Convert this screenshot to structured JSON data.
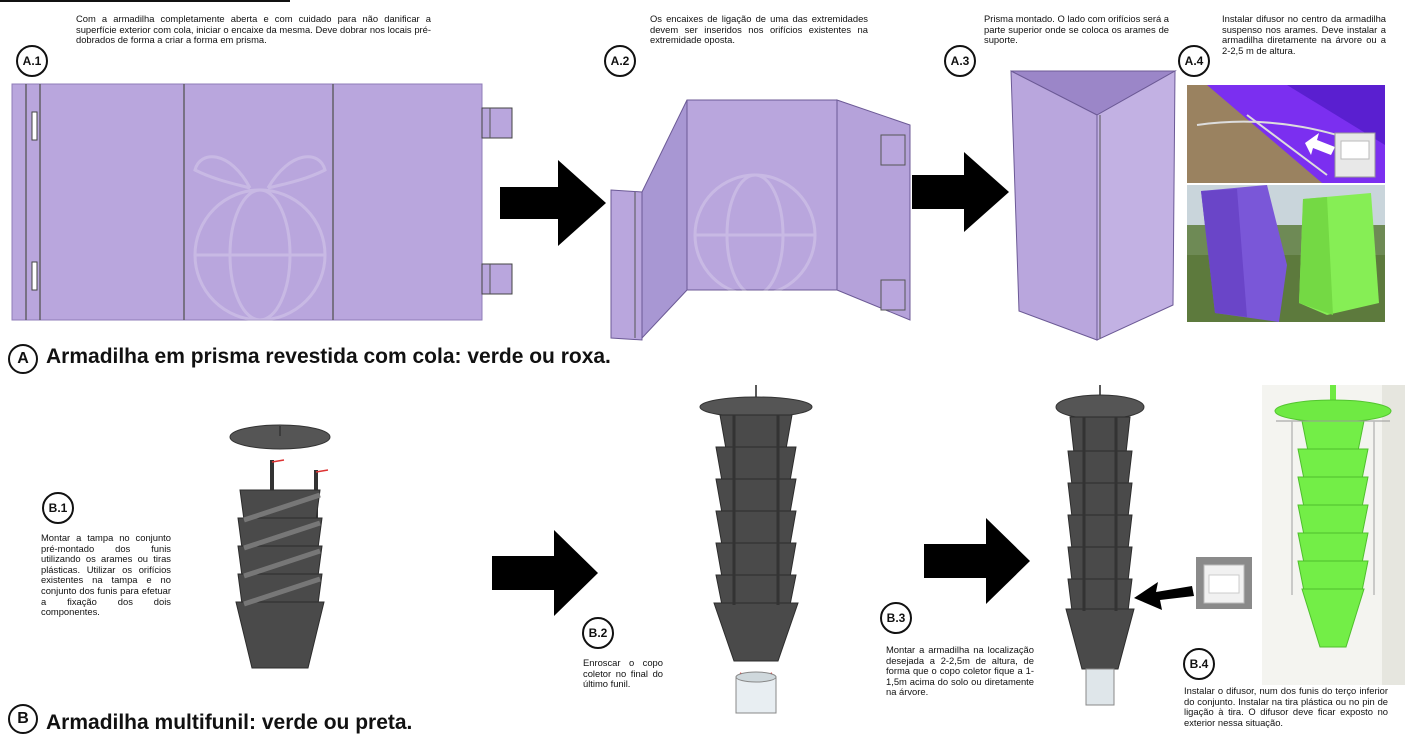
{
  "sectionA": {
    "badge": "A",
    "title": "Armadilha em prisma revestida com cola: verde ou roxa.",
    "steps": [
      {
        "badge": "A.1",
        "text": "Com a armadilha completamente aberta e com cuidado para não danificar a superfície exterior com cola, iniciar o encaixe da mesma. Deve dobrar nos locais pré-dobrados de forma a criar a forma em prisma."
      },
      {
        "badge": "A.2",
        "text": "Os encaixes de ligação de uma das extremidades devem ser inseridos nos orifícios existentes na extremidade oposta."
      },
      {
        "badge": "A.3",
        "text": "Prisma montado. O lado com orifícios será a parte superior onde se coloca os arames de suporte."
      },
      {
        "badge": "A.4",
        "text": "Instalar difusor no centro da armadilha suspenso nos arames. Deve instalar a armadilha diretamente na árvore ou a 2-2,5 m de altura."
      }
    ]
  },
  "sectionB": {
    "badge": "B",
    "title": "Armadilha multifunil: verde ou preta.",
    "steps": [
      {
        "badge": "B.1",
        "text": "Montar a tampa no conjunto pré-montado dos funis utilizando os arames ou tiras plásticas. Utilizar os orifícios existentes na tampa e no conjunto dos funis para efetuar a fixação dos dois componentes."
      },
      {
        "badge": "B.2",
        "text": "Enroscar o copo coletor no final do último funil."
      },
      {
        "badge": "B.3",
        "text": "Montar a armadilha na localização desejada a 2-2,5m de altura, de forma que o copo coletor fique a 1-1,5m acima do solo ou diretamente na árvore."
      },
      {
        "badge": "B.4",
        "text": "Instalar o difusor, num dos funis do terço inferior do conjunto. Instalar na tira plástica ou no pin de ligação à tira. O difusor deve ficar exposto no exterior nessa situação."
      }
    ]
  },
  "colors": {
    "purple": "#b9a6dd",
    "purple_dark": "#9a86c4",
    "green": "#6fea43",
    "funnel_gray": "#4a4a4a",
    "arrow": "#000000"
  }
}
